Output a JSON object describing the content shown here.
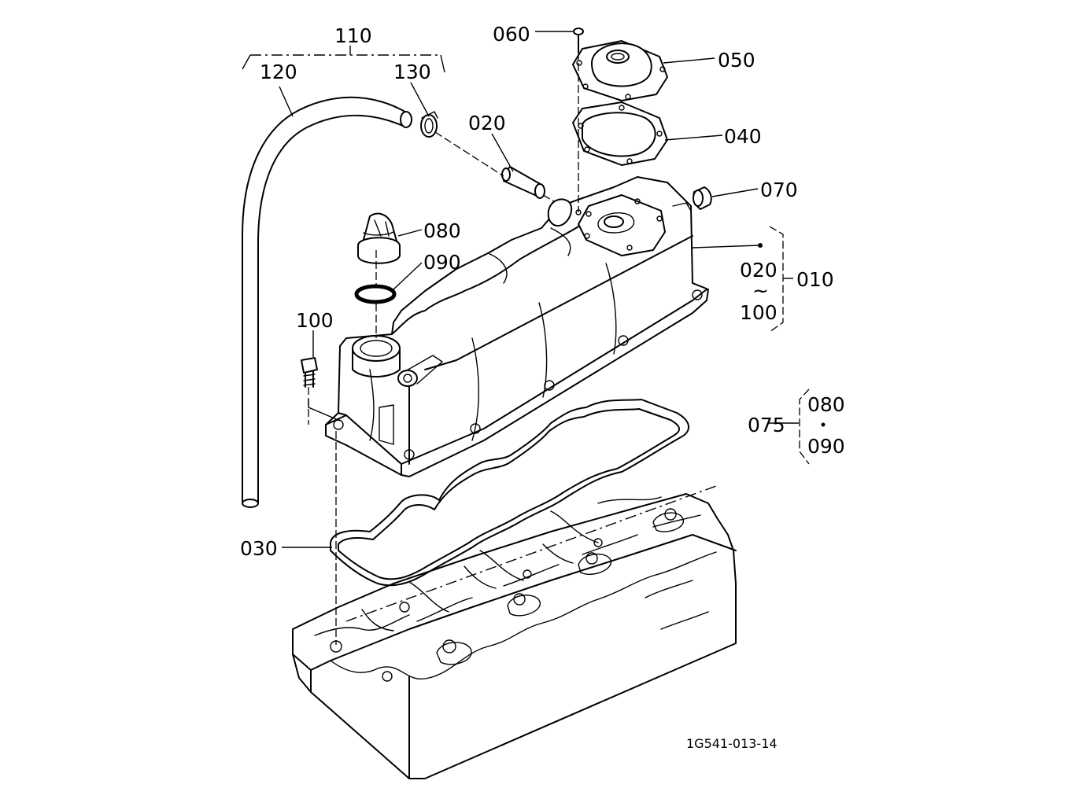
{
  "labels": {
    "p110": "110",
    "p120": "120",
    "p130": "130",
    "p020": "020",
    "p060": "060",
    "p050": "050",
    "p040": "040",
    "p070": "070",
    "p080": "080",
    "p090": "090",
    "p100": "100",
    "p010": "010",
    "range_start": "020",
    "range_tilde": "~",
    "range_end": "100",
    "p075": "075",
    "kit_a": "080",
    "kit_b": "090",
    "p030": "030"
  },
  "drawing_code": "1G541-013-14"
}
